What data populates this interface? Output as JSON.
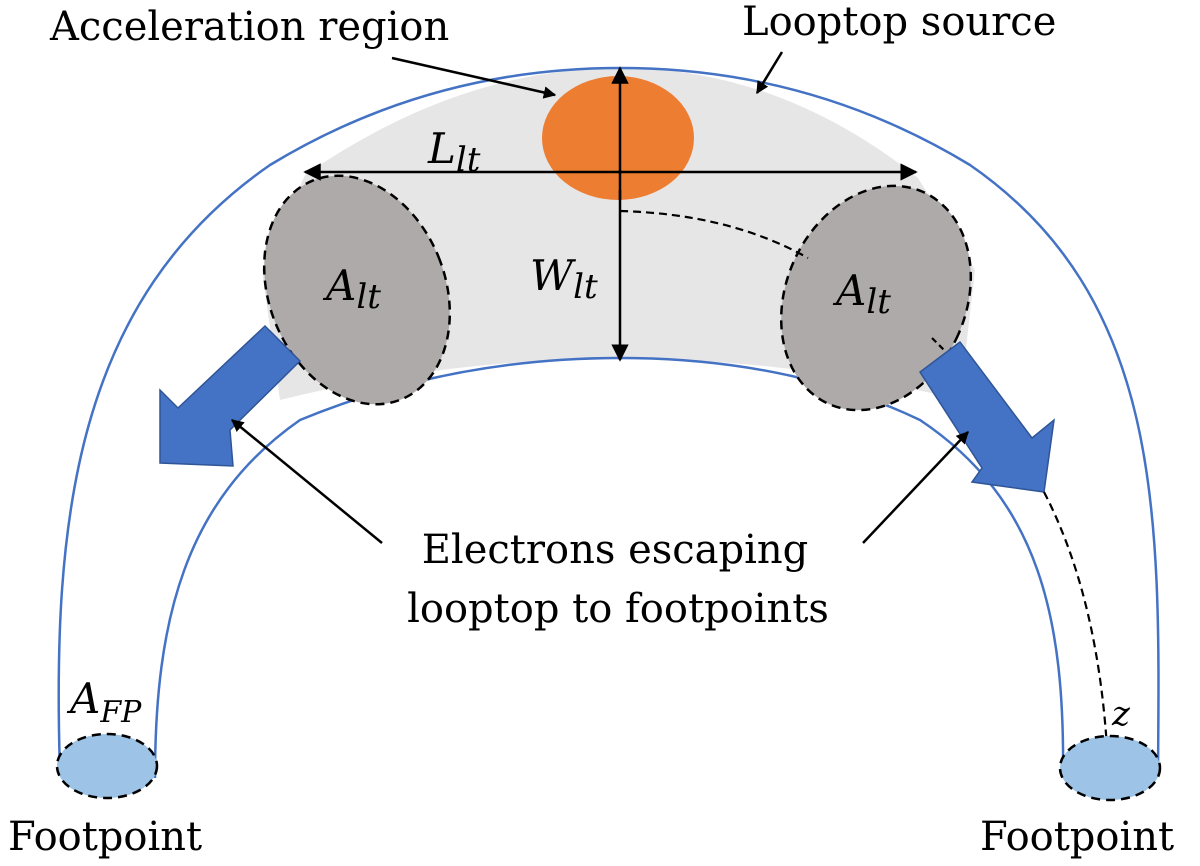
{
  "diagram": {
    "labels": {
      "acceleration_region": "Acceleration region",
      "looptop_source": "Looptop source",
      "electrons_line1": "Electrons escaping",
      "electrons_line2": "looptop to footpoints",
      "footpoint_left": "Footpoint",
      "footpoint_right": "Footpoint"
    },
    "symbols": {
      "L_main": "L",
      "L_sub": "lt",
      "W_main": "W",
      "W_sub": "lt",
      "A_left_main": "A",
      "A_left_sub": "lt",
      "A_right_main": "A",
      "A_right_sub": "lt",
      "AFP_main": "A",
      "AFP_sub": "FP",
      "z": "z"
    },
    "colors": {
      "loop_outline": "#4472C4",
      "looptop_fill": "#E6E6E6",
      "acceleration_fill": "#ED7D31",
      "looptop_area_fill": "#AEAAAA",
      "escape_arrow_fill": "#4472C4",
      "footpoint_fill": "#9DC3E6"
    }
  }
}
